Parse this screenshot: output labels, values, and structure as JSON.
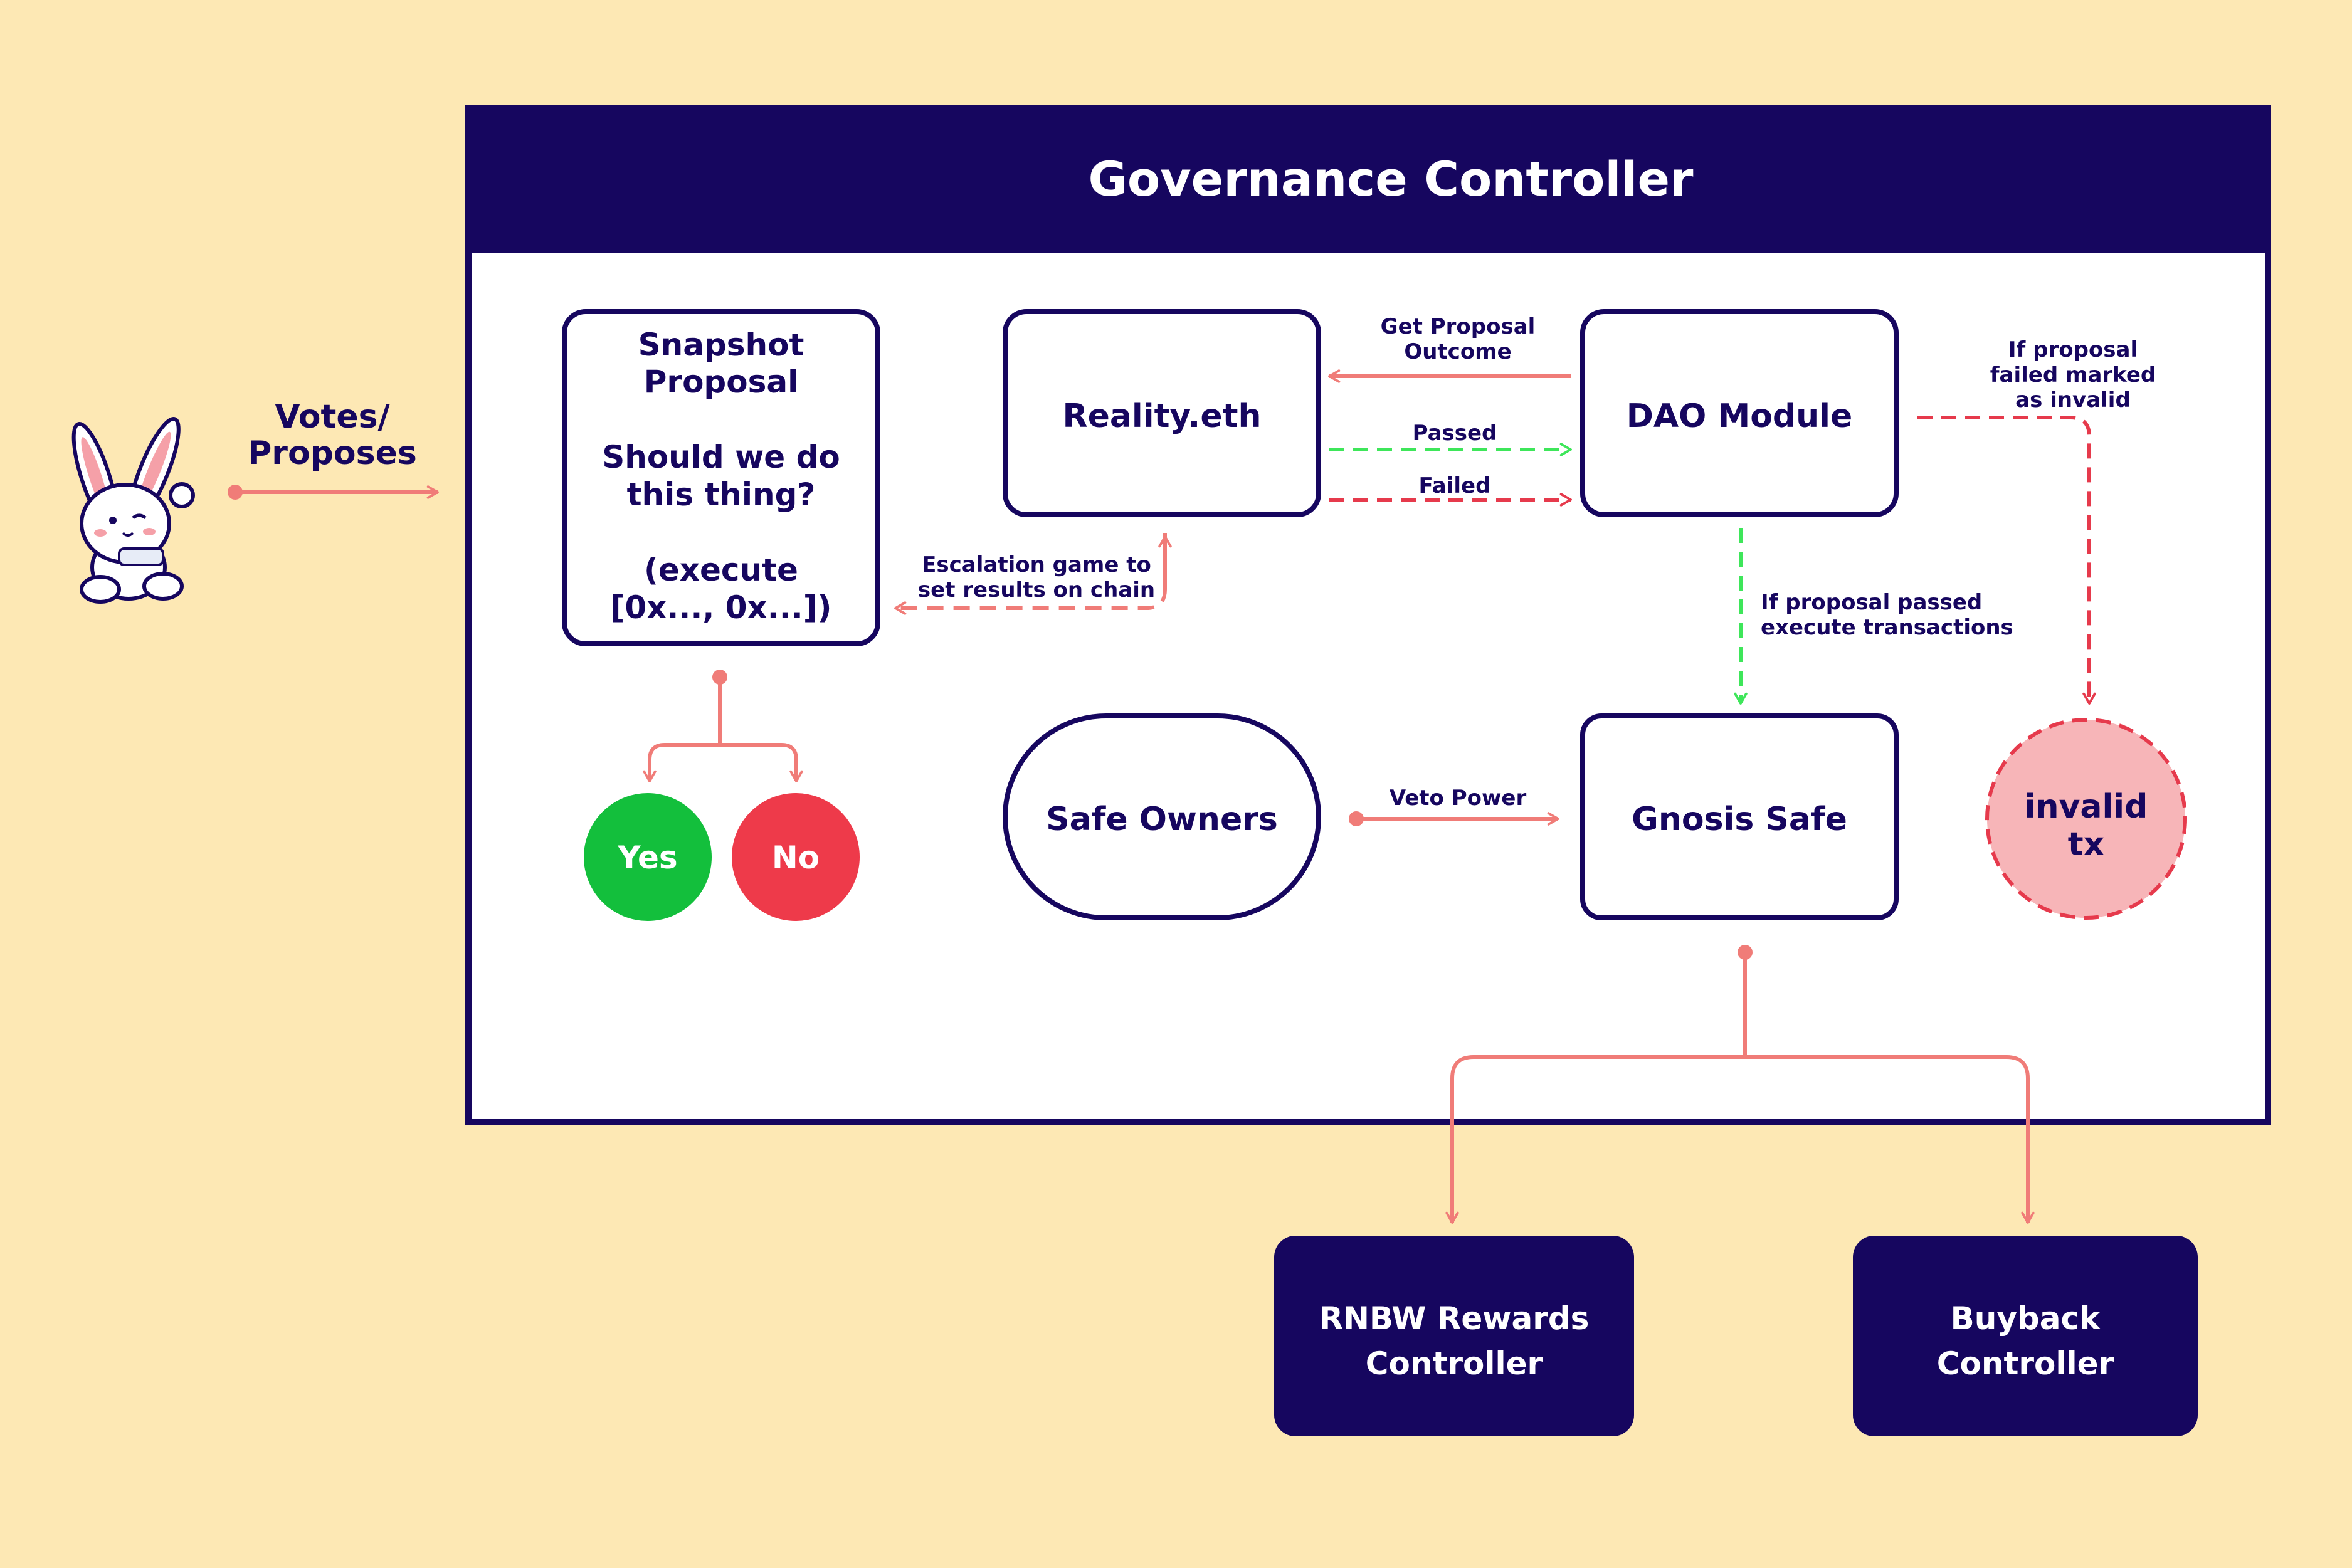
{
  "title": "Governance Controller",
  "votes_label": [
    "Votes/",
    "Proposes"
  ],
  "snapshot": {
    "line1": "Snapshot",
    "line2": "Proposal",
    "line3": "Should we do",
    "line4": "this thing?",
    "line5": "(execute",
    "line6": "[0x..., 0x...])"
  },
  "reality": "Reality.eth",
  "dao_module": "DAO Module",
  "safe_owners": "Safe Owners",
  "gnosis_safe": "Gnosis Safe",
  "invalid": [
    "invalid",
    "tx"
  ],
  "yes": "Yes",
  "no": "No",
  "rewards": [
    "RNBW Rewards",
    "Controller"
  ],
  "buyback": [
    "Buyback",
    "Controller"
  ],
  "labels": {
    "get_outcome": [
      "Get Proposal",
      "Outcome"
    ],
    "passed": "Passed",
    "failed": "Failed",
    "escalation": [
      "Escalation game to",
      "set results on chain"
    ],
    "if_passed": [
      "If proposal passed",
      "execute transactions"
    ],
    "if_failed": [
      "If proposal",
      "failed marked",
      "as invalid"
    ],
    "veto": "Veto Power"
  },
  "colors": {
    "background": "#fde8b4",
    "navy": "#16065f",
    "arrow": "#f07c78",
    "green_dash": "#3ee65a",
    "red_dash": "#e63a4c",
    "yes": "#13bf3c",
    "no": "#ee3a4a",
    "invalid_fill": "#f7b5b8"
  }
}
